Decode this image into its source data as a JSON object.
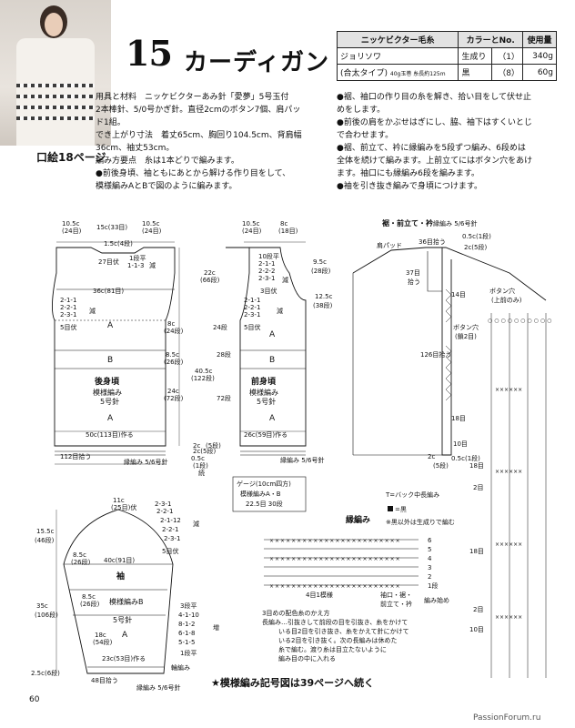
{
  "header": {
    "number": "15",
    "title": "カーディガン",
    "kuchie": "口絵18ページ"
  },
  "yarn_table": {
    "brand": "ニッケビクター毛糸",
    "color_header": "カラーとNo.",
    "usage_header": "使用量",
    "yarn_name": "ジョリソワ",
    "yarn_type": "(合太タイプ)",
    "yarn_spec": "40g玉巻 糸長約125m",
    "rows": [
      {
        "color": "生成り",
        "no": "（1）",
        "amount": "340g"
      },
      {
        "color": "黒",
        "no": "（8）",
        "amount": "60g"
      }
    ]
  },
  "materials": {
    "lines": [
      "用具と材料　ニッケビクターあみ針「愛夢」5号玉付",
      "2本棒針、5/0号かぎ針。直径2cmのボタン7個、肩パッ",
      "ド1組。",
      "でき上がり寸法　着丈65cm、胸回り104.5cm、背肩幅",
      "36cm、袖丈53cm。",
      "編み方要点　糸は1本どりで編みます。",
      "●前後身頃、袖ともにあとから解ける作り目をして、",
      "模様編みAとBで図のように編みます。"
    ]
  },
  "instructions": {
    "lines": [
      "●裾、袖口の作り目の糸を解き、拾い目をして伏せ止",
      "めをします。",
      "●前後の肩をかぶせはぎにし、脇、袖下はすくいとじ",
      "で合わせます。",
      "●裾、前立て、衿に縁編みを5段ずつ編み、6段めは",
      "全体を続けて編みます。上前立てにはボタン穴をあけ",
      "ます。袖口にも縁編み6段を編みます。",
      "●袖を引き抜き編みで身頃につけます。"
    ]
  },
  "back_body": {
    "w_left": "10.5c",
    "w_left2": "(24目)",
    "w_mid": "15c(33目)",
    "w_right": "10.5c",
    "w_right2": "(24目)",
    "neck": "1.5c(4段)",
    "neck_dec": "1段平",
    "neck_dec2": "1-1-3",
    "neck_dec3": "27目伏",
    "neck_dec4": "減",
    "width": "36c(81目)",
    "arm1": "2-1-1",
    "arm2": "2-2-1",
    "arm3": "2-3-1",
    "arm_dec": "減",
    "arm_bind": "5目伏",
    "label_A": "A",
    "label_B": "B",
    "name": "後身頃",
    "pattern": "模様編み",
    "needle": "5号針",
    "bottom": "50c(113目)作る",
    "pickup": "112目拾う",
    "edge": "縁編み 5/6号針",
    "h1": "22c",
    "h1b": "(66段)",
    "h2": "8c",
    "h2b": "(24段)",
    "h3": "8.5c",
    "h3b": "(26段)",
    "h4": "24c",
    "h4b": "(72段)",
    "h_total": "40.5c",
    "h_total2": "(122段)",
    "rib1": "2c",
    "rib1b": "(5段)",
    "rib2": "0.5c",
    "rib2b": "(1段)",
    "tsuzuki": "続"
  },
  "front_body": {
    "w_left": "10.5c",
    "w_left2": "(24目)",
    "w_right": "8c",
    "w_right2": "(18目)",
    "neck": "10段平",
    "neck2": "2-1-1",
    "neck3": "2-2-2",
    "neck4": "2-3-1",
    "neck5": "3目伏",
    "neck_dec": "減",
    "sh1": "9.5c",
    "sh1b": "(28段)",
    "sh2": "12.5c",
    "sh2b": "(38段)",
    "arm": "24段",
    "arm2": "28段",
    "arm3": "72段",
    "arm_dec1": "2-1-1",
    "arm_dec2": "2-2-1",
    "arm_dec3": "2-3-1",
    "arm_bind": "5目伏",
    "arm_label": "減",
    "name": "前身頃",
    "pattern": "模様編み",
    "needle": "5号針",
    "label_A": "A",
    "label_B": "B",
    "bottom": "26c(59目)作る",
    "edge": "縁編み 5/6号針",
    "rib": "2c(5段)"
  },
  "gauge": {
    "title": "ゲージ(10cm四方)",
    "line1": "模様編みA・B",
    "line2": "22.5目 30段"
  },
  "sleeve": {
    "top": "11c",
    "top2": "(25目)伏",
    "dec1": "2-3-1",
    "dec2": "2-2-1",
    "dec3": "2-1-12",
    "dec4": "2-2-1",
    "dec5": "2-3-1",
    "dec_label": "減",
    "dec6": "5目伏",
    "cap": "15.5c",
    "cap2": "(46段)",
    "width": "40c(91目)",
    "name": "袖",
    "h1": "8.5c",
    "h1b": "(26段)",
    "h2": "8.5c",
    "h2b": "(26段)",
    "pattern": "模様編みB",
    "needle": "5号針",
    "label_A": "A",
    "inc_flat": "3段平",
    "inc1": "4-1-10",
    "inc2": "8-1-2",
    "inc3": "6-1-8",
    "inc4": "5-1-5",
    "inc_label": "増",
    "inc_steps": "1段平",
    "h3": "18c",
    "h3b": "(54段)",
    "total": "35c",
    "total2": "(106段)",
    "bottom": "23c(53目)作る",
    "hand": "輪編み",
    "cuff": "2.5c(6段)",
    "pickup": "48目拾う",
    "edge": "縁編み 5/6号針"
  },
  "border_diagram": {
    "title": "裾・前立て・衿",
    "title2": "縁編み 5/6号針",
    "collar_pick": "36目拾う",
    "collar_h": "0.5c(1段)",
    "collar_h2": "2c(5段)",
    "pad": "肩パッド",
    "r1": "37目",
    "r2": "拾う",
    "d1": "14目",
    "btn": "ボタン穴",
    "btn2": "(鎖2目)",
    "d2": "126目拾う",
    "d3": "18目",
    "d4": "10目",
    "sc": "2c",
    "sc2": "0.5c(1段)",
    "sc3": "(5段)",
    "btn_hole": "ボタン穴",
    "btn_hole2": "(上前のみ)"
  },
  "edge_chart": {
    "title": "縁編み",
    "legend1": "T=バック中長編み",
    "legend2": "=黒",
    "legend3": "※黒以外は生成りで編む",
    "rows": [
      "6",
      "5",
      "4",
      "3",
      "2",
      "1段"
    ],
    "cuff_label": "袖口・裾・",
    "cuff_label2": "前立て・衿",
    "start": "編み始め",
    "color_change_title": "3目めの配色糸のかえ方",
    "note1": "長編み…引抜きして前段の目を引抜き、糸をかけて",
    "note2": "いる目2目を引き抜き、糸をかえて針にかけて",
    "note3": "いる2目を引き抜く。次の長編みは休めた",
    "note4": "糸で編む。渡り糸は目立たないように",
    "note5": "編み目の中に入れる",
    "four": "4目1模様"
  },
  "right_chart": {
    "r1": "18目",
    "r2": "2目",
    "r3": "18目",
    "r4": "2目",
    "r5": "10目"
  },
  "footer": {
    "note": "★模様編み記号図は39ページへ続く",
    "page": "60",
    "watermark": "PassionForum.ru"
  }
}
